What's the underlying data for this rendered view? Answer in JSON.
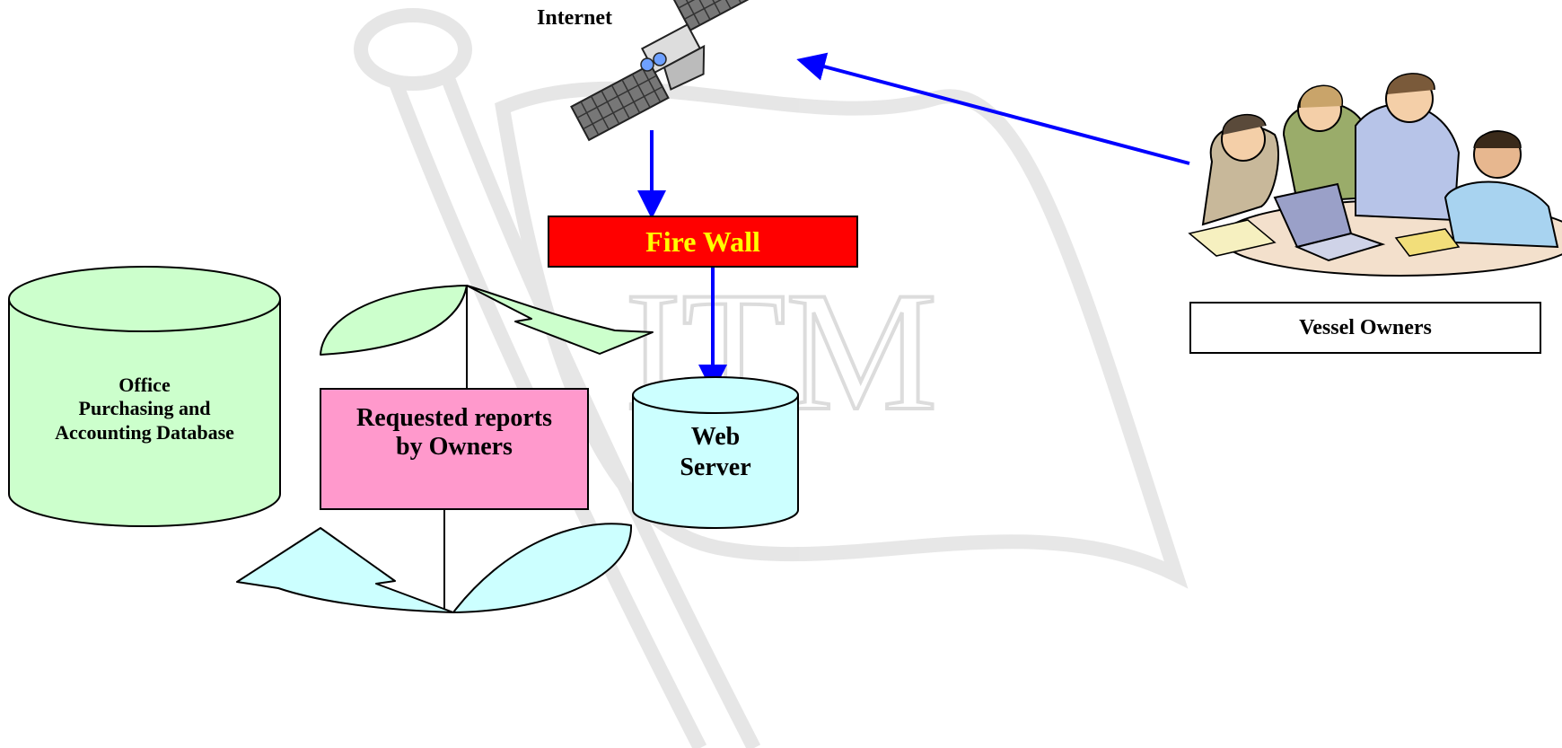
{
  "title": "Internet",
  "firewall": {
    "label": "Fire Wall",
    "fill": "#ff0000",
    "text_color": "#ffff00"
  },
  "office_db": {
    "label_lines": [
      "Office",
      "Purchasing and",
      "Accounting Database"
    ],
    "fill": "#ccffcc"
  },
  "reports": {
    "label_lines": [
      "Requested reports",
      "by Owners"
    ],
    "fill": "#ff99cc"
  },
  "web_server": {
    "label_lines": [
      "Web",
      "Server"
    ],
    "fill": "#ccffff"
  },
  "vessel_owners": {
    "label": "Vessel Owners"
  },
  "watermark": {
    "text": "ITM"
  },
  "colors": {
    "arrow": "#0000ff",
    "watermark": "#dcdcdc",
    "green_arrow": "#ccffcc",
    "cyan_arrow": "#ccffff"
  }
}
